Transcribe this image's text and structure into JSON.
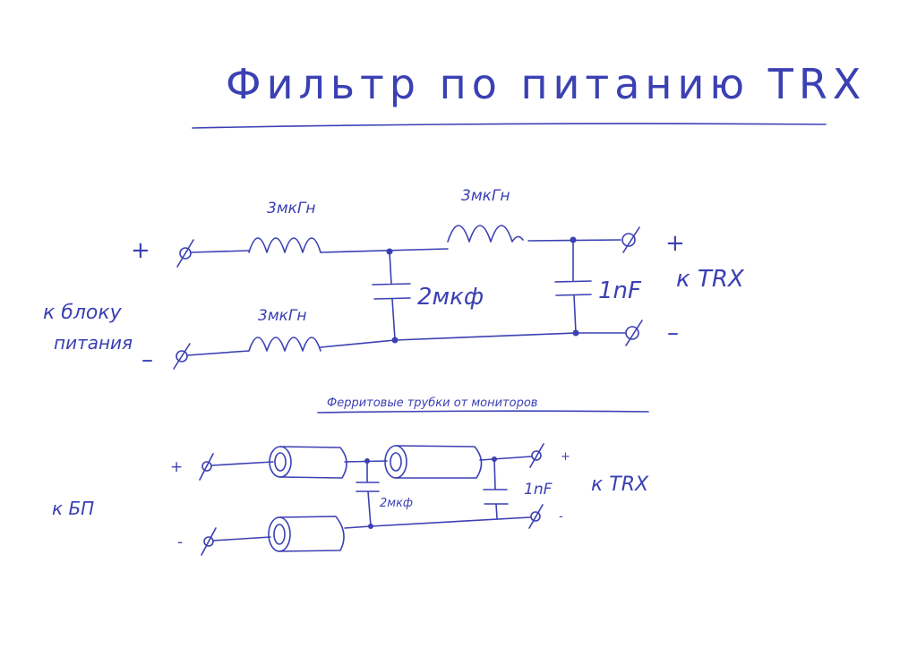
{
  "title": "Фильтр по питанию TRX",
  "top_circuit": {
    "inductor_1": "3мкГн",
    "inductor_2": "3мкГн",
    "inductor_3": "3мкГн",
    "capacitor_1": "2мкф",
    "capacitor_2": "1nF",
    "input_label_line1": "к блоку",
    "input_label_line2": "питания",
    "output_label": "к TRX",
    "plus": "+",
    "minus": "–"
  },
  "bottom_circuit": {
    "heading": "Ферритовые трубки от мониторов",
    "capacitor_1": "2мкф",
    "capacitor_2": "1nF",
    "input_label": "к БП",
    "output_label": "к TRX",
    "plus": "+",
    "minus": "-"
  },
  "ink_color": "#3b40b3"
}
